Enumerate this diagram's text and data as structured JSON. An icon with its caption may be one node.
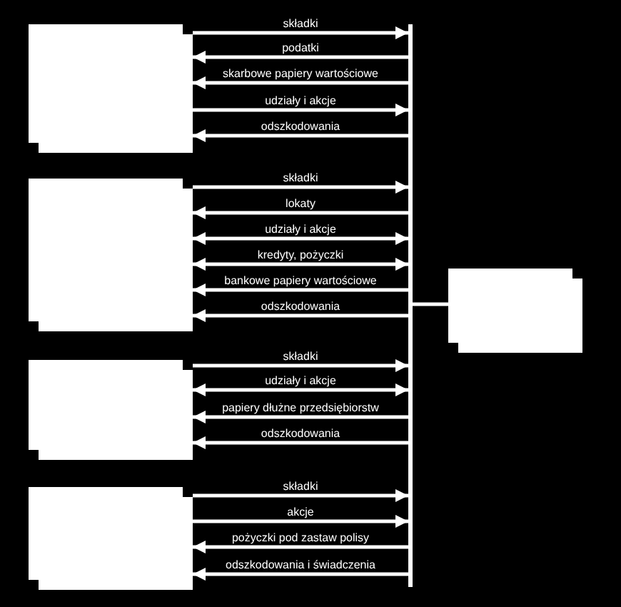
{
  "diagram": {
    "nodes": [
      {
        "text": [],
        "shape": "box"
      },
      {
        "text": [],
        "shape": "box"
      },
      {
        "text": [],
        "shape": "box"
      },
      {
        "text": [],
        "shape": "box"
      },
      {
        "text": [],
        "shape": "bar"
      },
      {
        "text": [],
        "shape": "box"
      }
    ],
    "edges": [
      {
        "from": 0,
        "to": 4,
        "arrow": "to",
        "label": "składki"
      },
      {
        "from": 4,
        "to": 0,
        "arrow": "to",
        "label": "podatki"
      },
      {
        "from": 4,
        "to": 0,
        "arrow": "to",
        "label": "skarbowe papiery wartościowe"
      },
      {
        "from": 0,
        "to": 4,
        "arrow": "to",
        "label": "udziały i akcje"
      },
      {
        "from": 4,
        "to": 0,
        "arrow": "to",
        "label": "odszkodowania"
      },
      {
        "from": 1,
        "to": 4,
        "arrow": "to",
        "label": "składki"
      },
      {
        "from": 4,
        "to": 1,
        "arrow": "to",
        "label": "lokaty"
      },
      {
        "from": 1,
        "to": 4,
        "arrow": "both",
        "label": "udziały i akcje"
      },
      {
        "from": 1,
        "to": 4,
        "arrow": "both",
        "label": "kredyty, pożyczki"
      },
      {
        "from": 4,
        "to": 1,
        "arrow": "to",
        "label": "bankowe papiery wartościowe"
      },
      {
        "from": 4,
        "to": 1,
        "arrow": "to",
        "label": "odszkodowania"
      },
      {
        "from": 2,
        "to": 4,
        "arrow": "to",
        "label": "składki"
      },
      {
        "from": 2,
        "to": 4,
        "arrow": "both",
        "label": "udziały i akcje"
      },
      {
        "from": 4,
        "to": 2,
        "arrow": "to",
        "label": "papiery dłużne przedsiębiorstw"
      },
      {
        "from": 4,
        "to": 2,
        "arrow": "to",
        "label": "odszkodowania"
      },
      {
        "from": 3,
        "to": 4,
        "arrow": "to",
        "label": "składki"
      },
      {
        "from": 3,
        "to": 4,
        "arrow": "to",
        "label": "akcje"
      },
      {
        "from": 4,
        "to": 3,
        "arrow": "to",
        "label": "pożyczki pod zastaw polisy"
      },
      {
        "from": 4,
        "to": 3,
        "arrow": "to",
        "label": "odszkodowania i świadczenia"
      },
      {
        "from": 4,
        "to": 5,
        "arrow": "none"
      }
    ]
  }
}
